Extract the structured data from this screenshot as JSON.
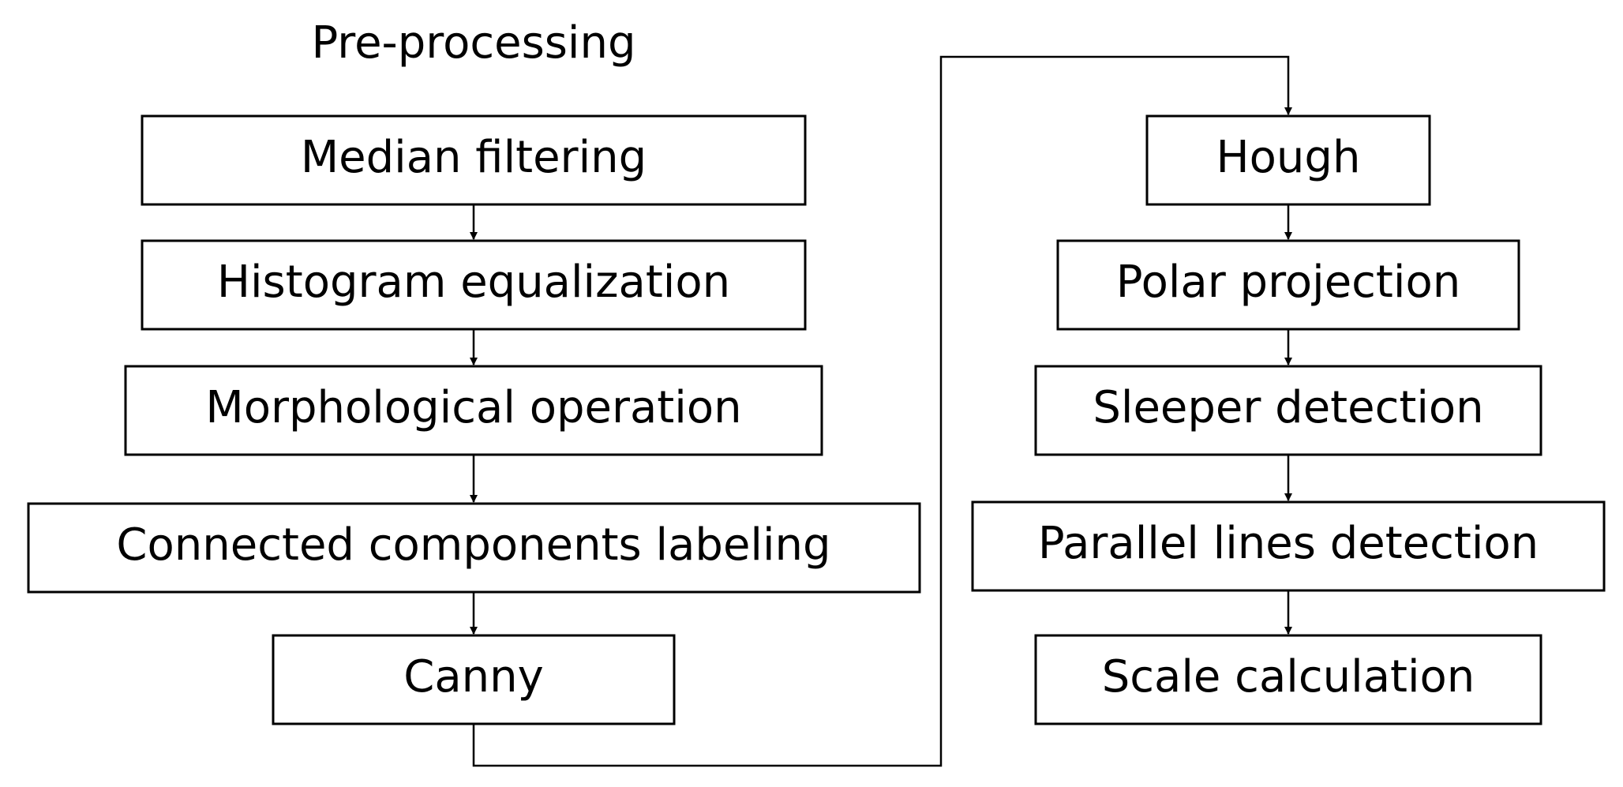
{
  "title": "Pre-processing",
  "left_steps": [
    "Median filtering",
    "Histogram equalization",
    "Morphological operation",
    "Connected components labeling",
    "Canny"
  ],
  "right_steps": [
    "Hough",
    "Polar projection",
    "Sleeper detection",
    "Parallel lines detection",
    "Scale calculation"
  ],
  "colors": {
    "stroke": "#000000",
    "background": "#ffffff",
    "text": "#000000"
  }
}
